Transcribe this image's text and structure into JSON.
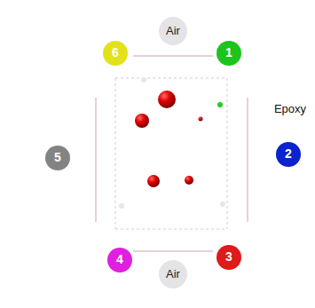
{
  "diagram": {
    "nodes": [
      {
        "text": [
          "Epoxy"
        ]
      },
      {
        "text": [
          "Air"
        ],
        "in": 0
      },
      {
        "text": [
          "6"
        ],
        "in": 0
      },
      {
        "text": [
          "1"
        ],
        "in": 0
      },
      {
        "text": [
          "5"
        ],
        "in": 0
      },
      {
        "text": [
          "2"
        ],
        "in": 0
      },
      {
        "text": [
          "4"
        ],
        "in": 0
      },
      {
        "text": [
          "3"
        ],
        "in": 0
      },
      {
        "text": [
          "Air"
        ],
        "in": 0
      }
    ]
  }
}
